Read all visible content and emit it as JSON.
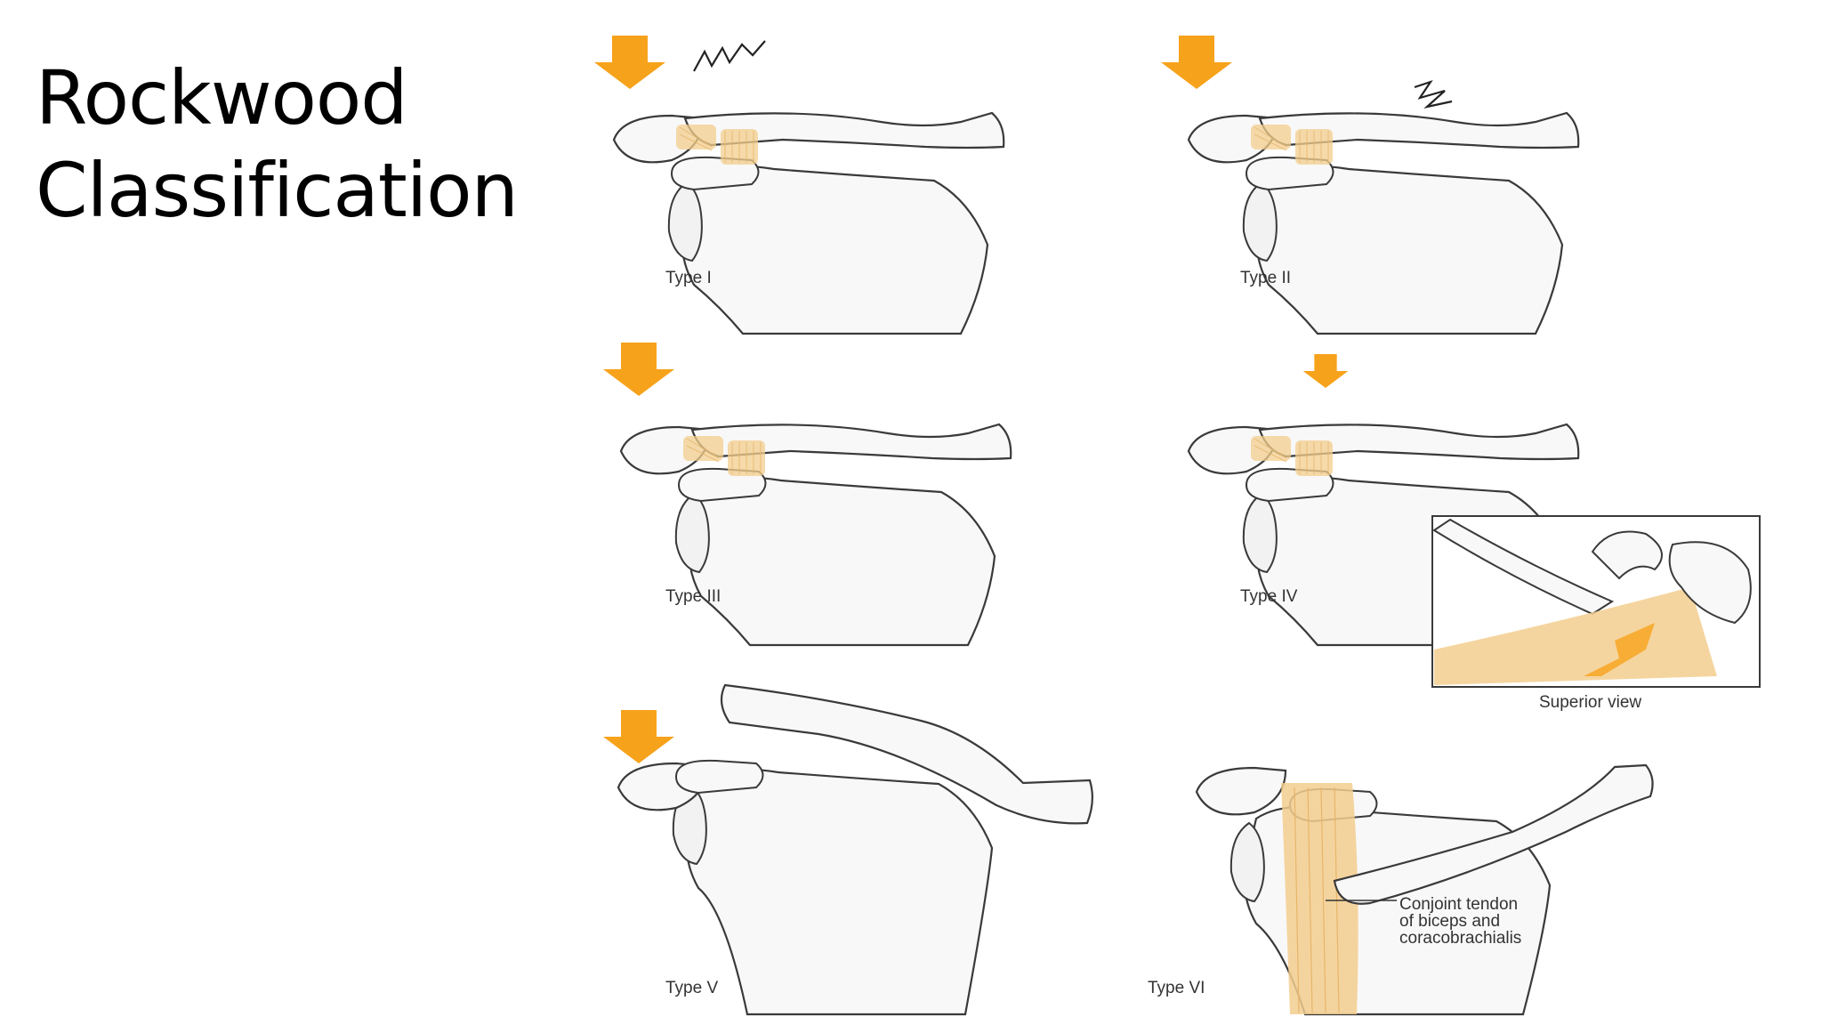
{
  "slide": {
    "title": "Rockwood\nClassification"
  },
  "diagram": {
    "panels": [
      {
        "label": "Type I"
      },
      {
        "label": "Type II"
      },
      {
        "label": "Type III"
      },
      {
        "label": "Type IV"
      },
      {
        "label": "Type V"
      },
      {
        "label": "Type VI"
      }
    ],
    "inset_label": "Superior view",
    "annotation": {
      "line1": "Conjoint tendon",
      "line2": "of biceps and",
      "line3": "coracobrachialis"
    },
    "colors": {
      "arrow": "#F7A21B",
      "ligament": "#F3CE8E",
      "bone_fill": "#F8F8F8",
      "bone_stroke": "#3A3A3A"
    },
    "icons": [
      "force-arrow-icon",
      "pain-lightning-icon"
    ]
  }
}
